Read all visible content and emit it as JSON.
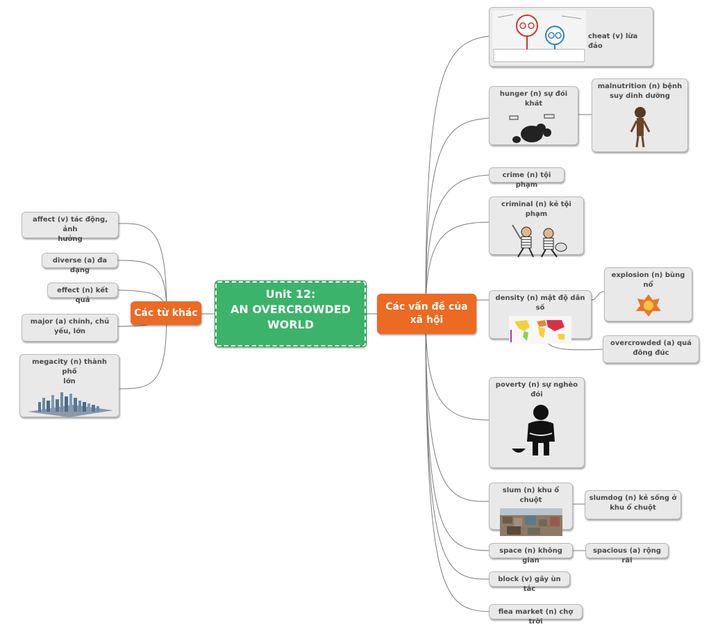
{
  "center": {
    "line1": "Unit 12:",
    "line2": "AN OVERCROWDED",
    "line3": "WORLD"
  },
  "branches": {
    "left": "Các từ khác",
    "right_line1": "Các vấn đề của",
    "right_line2": "xã hội"
  },
  "left_nodes": {
    "affect": {
      "l1": "affect (v) tác động, ảnh",
      "l2": "hưởng"
    },
    "diverse": "diverse (a) đa dạng",
    "effect": "effect (n) kết quả",
    "major": {
      "l1": "major (a) chính, chủ",
      "l2": "yếu, lớn"
    },
    "megacity": {
      "l1": "megacity (n) thành phố",
      "l2": "lớn"
    }
  },
  "right_nodes": {
    "cheat": "cheat (v) lừa đảo",
    "hunger": "hunger (n) sự đói khát",
    "malnutrition": {
      "l1": "malnutrition (n) bệnh",
      "l2": "suy dinh dưỡng"
    },
    "crime": "crime (n) tội phạm",
    "criminal": "criminal (n) kẻ tội phạm",
    "density": "density (n) mật độ dân số",
    "explosion": "explosion (n) bùng nổ",
    "overcrowded": {
      "l1": "overcrowded (a) quá",
      "l2": "đông đúc"
    },
    "poverty": {
      "l1": "poverty (n) sự nghèo",
      "l2": "đói"
    },
    "slum": "slum (n) khu ổ chuột",
    "slumdog": {
      "l1": "slumdog (n) kẻ sống ở",
      "l2": "khu ổ chuột"
    },
    "space": "space (n) không gian",
    "spacious": "spacious (a) rộng rãi",
    "block": "block (v) gây ùn tắc",
    "flea": "flea market (n) chợ trời"
  },
  "colors": {
    "center": "#3cb36a",
    "branch": "#ec6a22",
    "node_bg": "#e9e9e9",
    "line": "#7a7a7a"
  },
  "images": [
    "cartoon-cheating-image",
    "beggars-image",
    "starving-child-image",
    "robbers-image",
    "world-density-map-image",
    "explosion-image",
    "beggar-silhouette-icon",
    "slum-photo-image",
    "city-model-image"
  ]
}
